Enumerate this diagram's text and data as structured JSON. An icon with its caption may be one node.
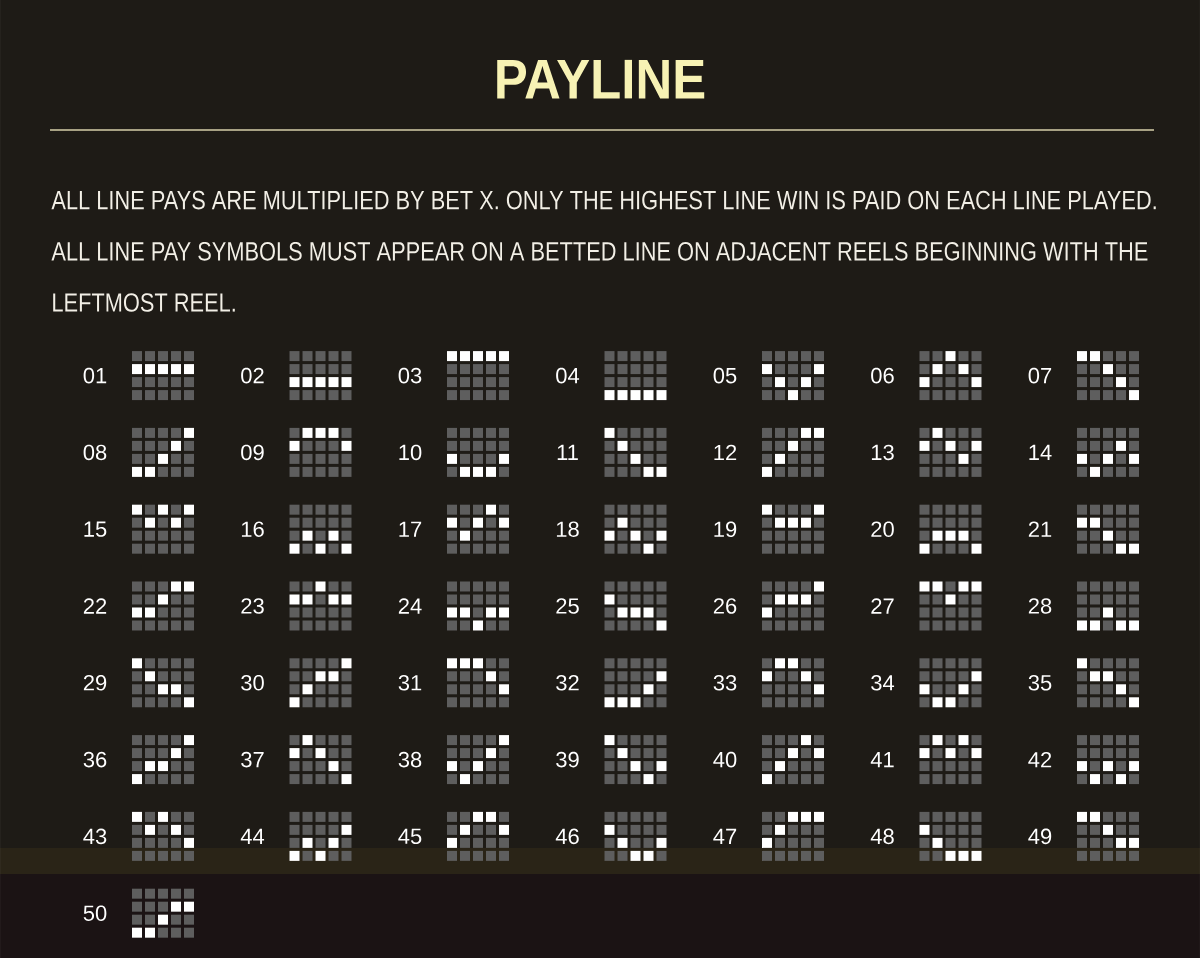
{
  "diagram": {
    "title": "PAYLINE",
    "labels": [
      "ALL LINE PAYS ARE MULTIPLIED BY BET X. ONLY THE HIGHEST LINE WIN IS PAID ON EACH LINE PLAYED.",
      "ALL LINE PAY SYMBOLS MUST APPEAR ON A BETTED LINE ON ADJACENT REELS BEGINNING WITH THE LEFTMOST REEL.",
      "01",
      "02",
      "03",
      "04",
      "05",
      "06",
      "07",
      "08",
      "09",
      "10",
      "11",
      "12",
      "13",
      "14",
      "15",
      "16",
      "17",
      "18",
      "19",
      "20",
      "21",
      "22",
      "23",
      "24",
      "25",
      "26",
      "27",
      "28",
      "29",
      "30",
      "31",
      "32",
      "33",
      "34",
      "35",
      "36",
      "37",
      "38",
      "39",
      "40",
      "41",
      "42",
      "43",
      "44",
      "45",
      "46",
      "47",
      "48",
      "49",
      "50"
    ]
  }
}
